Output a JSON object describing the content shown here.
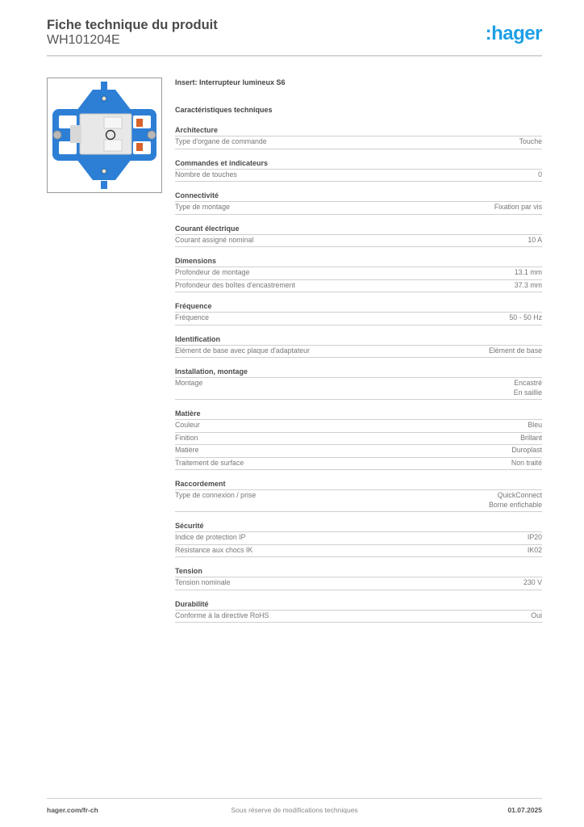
{
  "header": {
    "title": "Fiche technique du produit",
    "product_code": "WH101204E",
    "logo": ":hager",
    "logo_color": "#1ea0e6"
  },
  "product_image": {
    "alt": "Insert interrupteur lumineux S6 bleu",
    "body_color": "#2d7fd6",
    "insert_color": "#e8e8e8",
    "accent_color": "#d9622b"
  },
  "content": {
    "insert_title": "Insert: Interrupteur lumineux S6",
    "tech_title": "Caractéristiques techniques",
    "sections": [
      {
        "title": "Architecture",
        "rows": [
          {
            "label": "Type d'organe de commande",
            "value": "Touche"
          }
        ]
      },
      {
        "title": "Commandes et indicateurs",
        "rows": [
          {
            "label": "Nombre de touches",
            "value": "0"
          }
        ]
      },
      {
        "title": "Connectivité",
        "rows": [
          {
            "label": "Type de montage",
            "value": "Fixation par vis"
          }
        ]
      },
      {
        "title": "Courant électrique",
        "rows": [
          {
            "label": "Courant assigné nominal",
            "value": "10 A"
          }
        ]
      },
      {
        "title": "Dimensions",
        "rows": [
          {
            "label": "Profondeur de montage",
            "value": "13.1 mm"
          },
          {
            "label": "Profondeur des boîtes d'encastrement",
            "value": "37.3 mm"
          }
        ]
      },
      {
        "title": "Fréquence",
        "rows": [
          {
            "label": "Fréquence",
            "value": "50 - 50 Hz"
          }
        ]
      },
      {
        "title": "Identification",
        "rows": [
          {
            "label": "Elément de base avec plaque d'adaptateur",
            "value": "Elément de base"
          }
        ]
      },
      {
        "title": "Installation, montage",
        "rows": [
          {
            "label": "Montage",
            "value": "Encastré\nEn saillie"
          }
        ]
      },
      {
        "title": "Matière",
        "rows": [
          {
            "label": "Couleur",
            "value": "Bleu"
          },
          {
            "label": "Finition",
            "value": "Brillant"
          },
          {
            "label": "Matière",
            "value": "Duroplast"
          },
          {
            "label": "Traitement de surface",
            "value": "Non traité"
          }
        ]
      },
      {
        "title": "Raccordement",
        "rows": [
          {
            "label": "Type de connexion / prise",
            "value": "QuickConnect\nBorne enfichable"
          }
        ]
      },
      {
        "title": "Sécurité",
        "rows": [
          {
            "label": "Indice de protection IP",
            "value": "IP20"
          },
          {
            "label": "Résistance aux chocs IK",
            "value": "IK02"
          }
        ]
      },
      {
        "title": "Tension",
        "rows": [
          {
            "label": "Tension nominale",
            "value": "230 V"
          }
        ]
      },
      {
        "title": "Durabilité",
        "rows": [
          {
            "label": "Conforme à la directive RoHS",
            "value": "Oui"
          }
        ]
      }
    ]
  },
  "footer": {
    "website": "hager.com/fr-ch",
    "disclaimer": "Sous réserve de modifications techniques",
    "date": "01.07.2025"
  }
}
